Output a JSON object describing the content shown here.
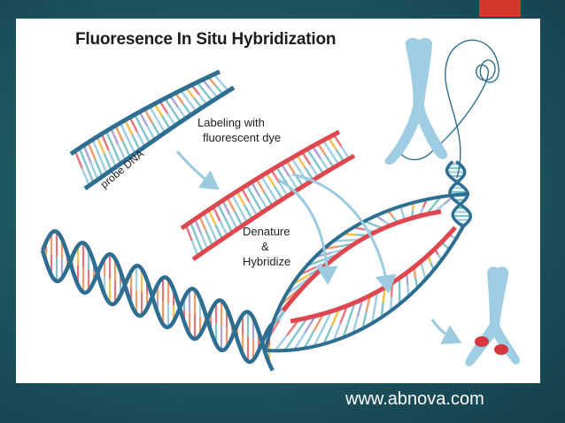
{
  "slide": {
    "title": "Fluoresence In Situ Hybridization",
    "labels": {
      "probe": "probe DNA",
      "labeling_line1": "Labeling with",
      "labeling_line2": "fluorescent dye",
      "denature_line1": "Denature",
      "denature_line2": "&",
      "denature_line3": "Hybridize"
    },
    "footer_url": "www.abnova.com"
  },
  "colors": {
    "accent": "#d3382f",
    "backbone_blue": "#2e6f91",
    "probe_red": "#de4650",
    "arrow_blue": "#9ccbe0",
    "chromosome_blue": "#9fcde3",
    "signal_red": "#d8363f"
  }
}
